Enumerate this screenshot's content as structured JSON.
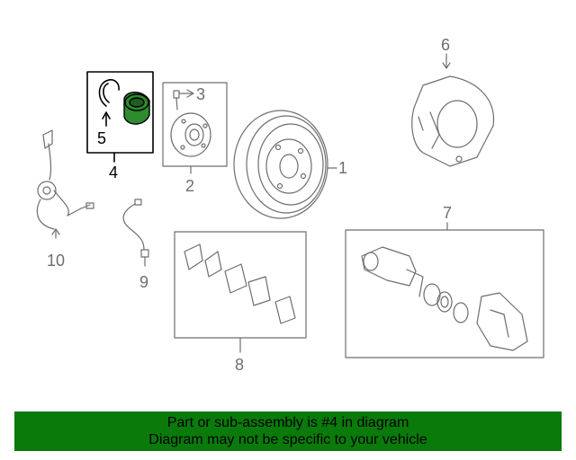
{
  "diagram": {
    "callouts": [
      {
        "id": "1",
        "label": "1"
      },
      {
        "id": "2",
        "label": "2"
      },
      {
        "id": "3",
        "label": "3"
      },
      {
        "id": "4",
        "label": "4",
        "highlighted": true
      },
      {
        "id": "5",
        "label": "5",
        "highlighted": true
      },
      {
        "id": "6",
        "label": "6"
      },
      {
        "id": "7",
        "label": "7"
      },
      {
        "id": "8",
        "label": "8"
      },
      {
        "id": "9",
        "label": "9"
      },
      {
        "id": "10",
        "label": "10"
      }
    ],
    "colors": {
      "line": "#6e6e6e",
      "highlight": "#000000",
      "bearing": "#2e8b2e"
    }
  },
  "banner": {
    "line1": "Part or sub-assembly is #4 in diagram",
    "line2": "Diagram may not be specific to your vehicle",
    "color": "#0a7a0a"
  }
}
